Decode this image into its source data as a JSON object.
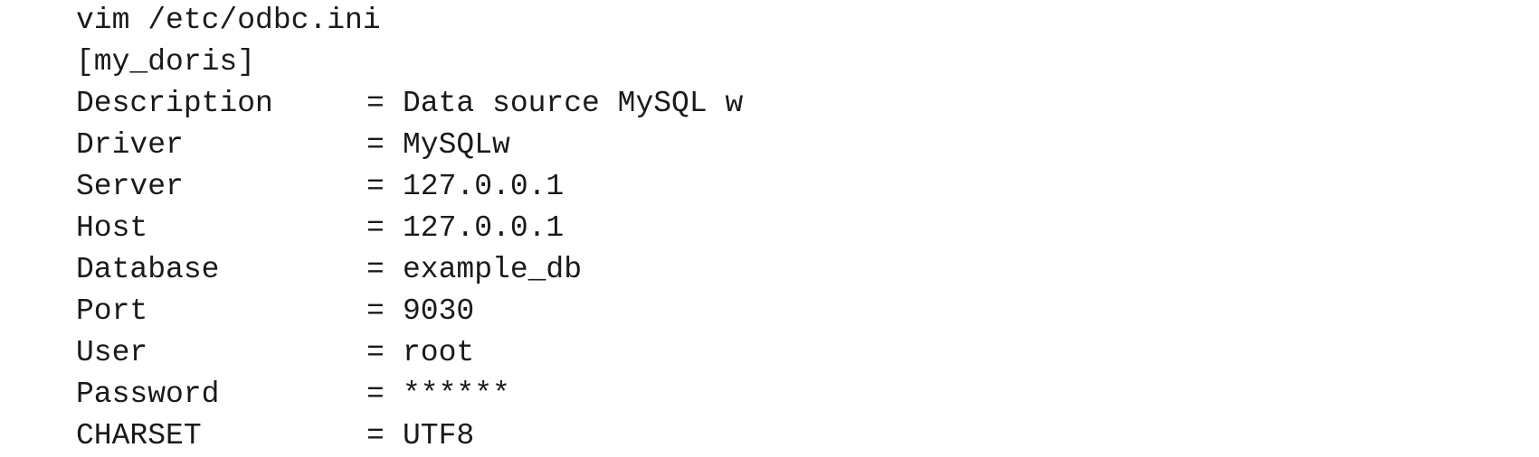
{
  "code": {
    "command": "vim /etc/odbc.ini",
    "section": "[my_doris]",
    "equals": "=",
    "entries": [
      {
        "key": "Description",
        "value": "Data source MySQL w"
      },
      {
        "key": "Driver",
        "value": "MySQLw"
      },
      {
        "key": "Server",
        "value": "127.0.0.1"
      },
      {
        "key": "Host",
        "value": "127.0.0.1"
      },
      {
        "key": "Database",
        "value": "example_db"
      },
      {
        "key": "Port",
        "value": "9030"
      },
      {
        "key": "User",
        "value": "root"
      },
      {
        "key": "Password",
        "value": "******"
      },
      {
        "key": "CHARSET",
        "value": "UTF8"
      }
    ]
  }
}
